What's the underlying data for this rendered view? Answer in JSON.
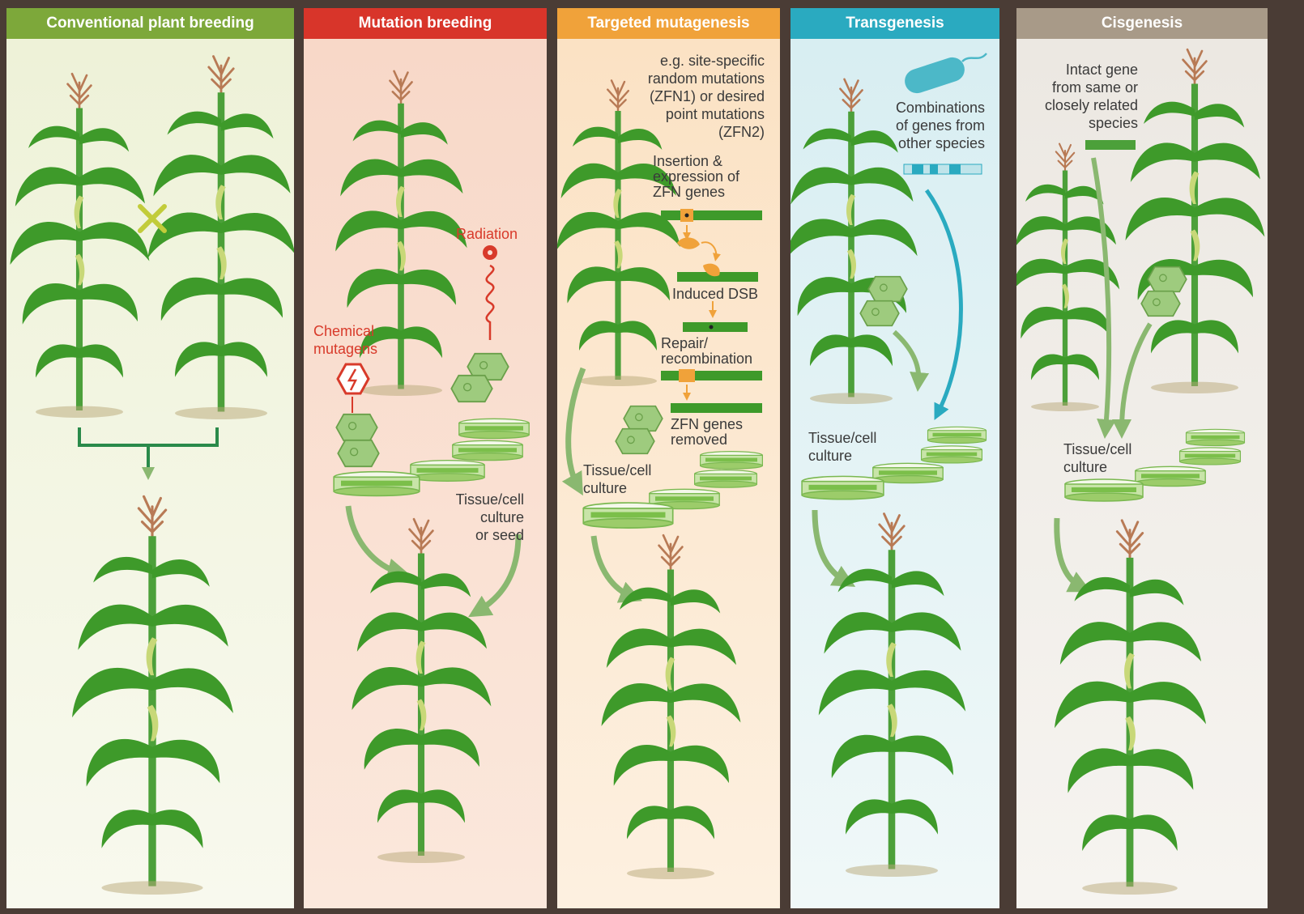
{
  "colors": {
    "conventional": "#7da83a",
    "mutation": "#d8352a",
    "targeted": "#f0a23a",
    "transgenesis": "#2aaac0",
    "cisgenesis": "#a89a88",
    "leaf": "#3e9a2a",
    "arrow": "#8ab870"
  },
  "panels": [
    {
      "title": "Conventional plant breeding",
      "icons": [
        "cross-icon"
      ]
    },
    {
      "title": "Mutation breeding",
      "radiation": "Radiation",
      "chemical": [
        "Chemical",
        "mutagens"
      ],
      "culture": [
        "Tissue/cell",
        "culture",
        "or seed"
      ]
    },
    {
      "title": "Targeted mutagenesis",
      "note": [
        "e.g. site-specific",
        "random mutations",
        "(ZFN1) or desired",
        "point mutations",
        "(ZFN2)"
      ],
      "insertion": [
        "Insertion &",
        "expression of",
        "ZFN genes"
      ],
      "dsb": "Induced DSB",
      "repair": [
        "Repair/",
        "recombination"
      ],
      "removed": [
        "ZFN genes",
        "removed"
      ],
      "culture": [
        "Tissue/cell",
        "culture"
      ]
    },
    {
      "title": "Transgenesis",
      "genes": [
        "Combinations",
        "of genes from",
        "other species"
      ],
      "culture": [
        "Tissue/cell",
        "culture"
      ],
      "icons": [
        "bacterium-icon"
      ]
    },
    {
      "title": "Cisgenesis",
      "gene": [
        "Intact gene",
        "from same or",
        "closely related",
        "species"
      ],
      "culture": [
        "Tissue/cell",
        "culture"
      ]
    }
  ]
}
